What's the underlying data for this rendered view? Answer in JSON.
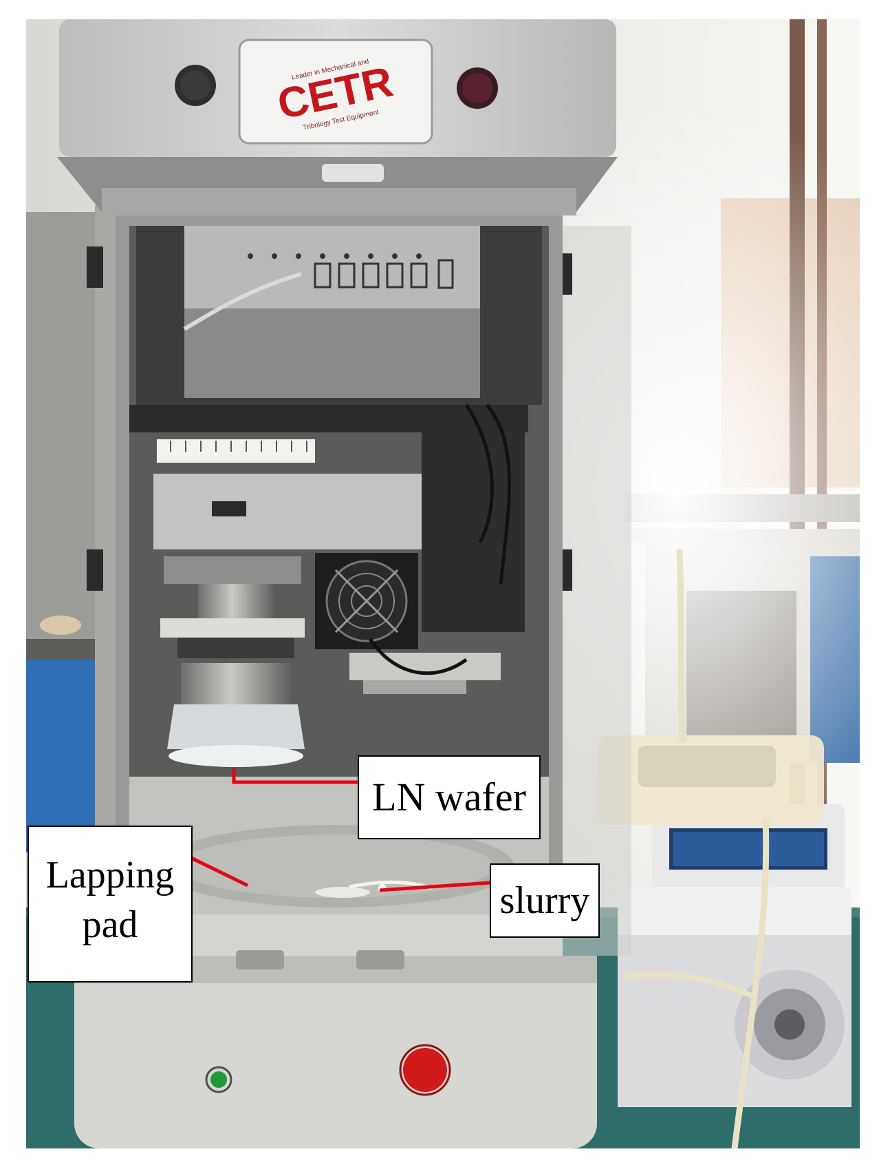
{
  "photo": {
    "description_subject": "lapping-machine",
    "logo_text": "CETR",
    "logo_tagline_top": "Leader in Mechanical and",
    "logo_tagline_bottom": "Tribology Test Equipment"
  },
  "callouts": {
    "wafer": "LN wafer",
    "pad_line1": "Lapping",
    "pad_line2": "pad",
    "slurry": "slurry"
  },
  "colors": {
    "callout_line": "#e30613",
    "logo_red": "#c4161c",
    "stop_button": "#d11a1a",
    "start_button": "#1f9a3a"
  }
}
